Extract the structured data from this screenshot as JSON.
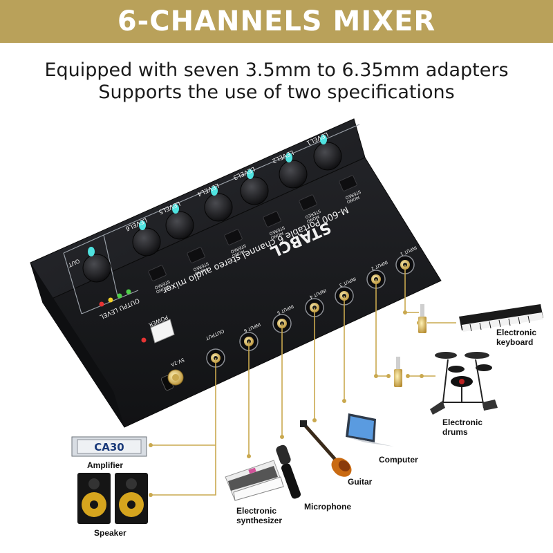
{
  "header": {
    "title": "6-CHANNELS MIXER",
    "subtitle_line1": "Equipped with seven 3.5mm to 6.35mm adapters",
    "subtitle_line2": "Supports the use of two specifications"
  },
  "mixer": {
    "brand": "STABCL",
    "model_text": "M-600 Portable 6 channel stereo audio mixer",
    "power_label": "POWER",
    "dc_label": "5V-2A",
    "output_jack_label": "OUTPUT",
    "output_level_label": "OUTPU LEVEL",
    "output_knob_label": "OUT",
    "level_labels": [
      "LEVEL6",
      "LEVEL5",
      "LEVEL4",
      "LEVEL3",
      "LEVEL2",
      "LEVEL1"
    ],
    "input_labels": [
      "INPUT 6",
      "INPUT 5",
      "INPUT 4",
      "INPUT 3",
      "INPUT 2",
      "INPUT 1"
    ],
    "stereo_label": "STEREO",
    "mono_label": "MONO",
    "amplifier_brand": "CA30"
  },
  "devices": {
    "keyboard": {
      "line1": "Electronic",
      "line2": "keyboard"
    },
    "drums": {
      "line1": "Electronic",
      "line2": "drums"
    },
    "computer": "Computer",
    "guitar": "Guitar",
    "microphone": "Microphone",
    "synthesizer": {
      "line1": "Electronic",
      "line2": "synthesizer"
    },
    "amplifier": "Amplifier",
    "speaker": "Speaker"
  },
  "colors": {
    "banner": "#b9a15a",
    "cable": "#c9a84e",
    "knob_indicator": "#4fe3e0",
    "mixer_body": "#1c1d21"
  }
}
